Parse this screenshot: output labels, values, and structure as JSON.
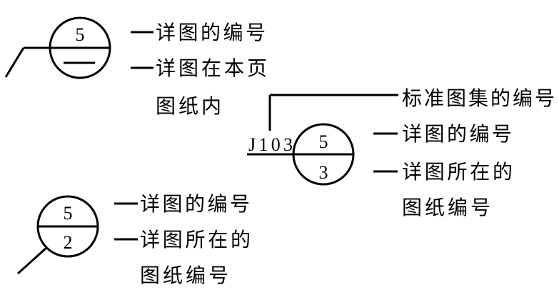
{
  "symbols": {
    "same_sheet": {
      "detail_number": "5",
      "labels": {
        "detail_number": "详图的编号",
        "location_line1": "详图在本页",
        "location_line2": "图纸内"
      }
    },
    "standard_atlas": {
      "atlas_code": "J103",
      "detail_number": "5",
      "sheet_number": "3",
      "labels": {
        "atlas_number": "标准图集的编号",
        "detail_number": "详图的编号",
        "sheet_line1": "详图所在的",
        "sheet_line2": "图纸编号"
      }
    },
    "other_sheet": {
      "detail_number": "5",
      "sheet_number": "2",
      "labels": {
        "detail_number": "详图的编号",
        "sheet_line1": "详图所在的",
        "sheet_line2": "图纸编号"
      }
    }
  },
  "colors": {
    "ink": "#000000",
    "paper": "#ffffff"
  }
}
